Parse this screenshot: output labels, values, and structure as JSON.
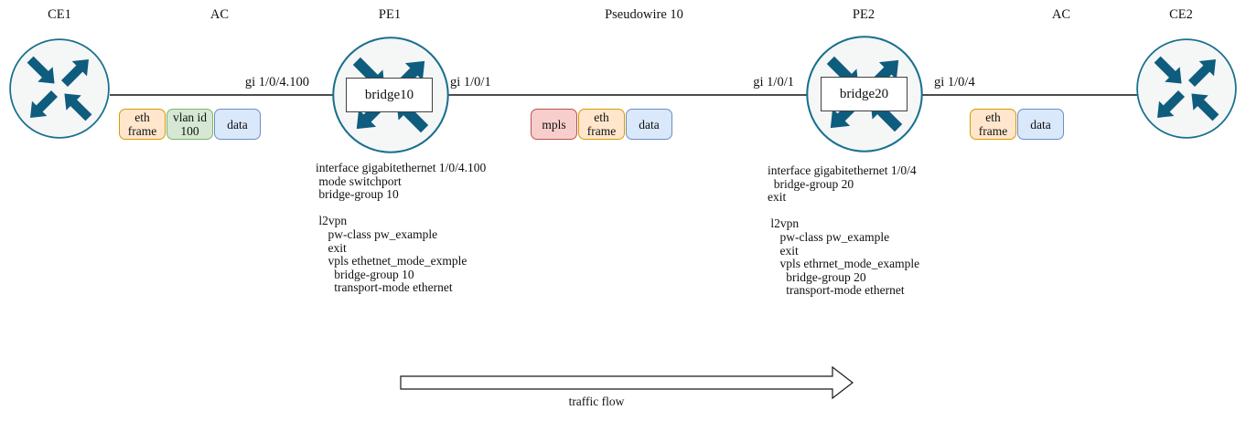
{
  "diagram": {
    "title_labels": {
      "ce1": "CE1",
      "ac_left": "AC",
      "pe1": "PE1",
      "pseudowire": "Pseudowire 10",
      "pe2": "PE2",
      "ac_right": "AC",
      "ce2": "CE2"
    },
    "bridge_labels": {
      "pe1": "bridge10",
      "pe2": "bridge20"
    },
    "interface_labels": {
      "ce1_to_pe1": "gi 1/0/4.100",
      "pe1_to_pw": "gi 1/0/1",
      "pw_to_pe2": "gi 1/0/1",
      "pe2_to_ce2": "gi 1/0/4"
    },
    "frame_groups": {
      "ac_left": [
        {
          "label": "eth frame",
          "color": "orange"
        },
        {
          "label": "vlan id 100",
          "color": "green"
        },
        {
          "label": "data",
          "color": "blue"
        }
      ],
      "pseudowire": [
        {
          "label": "mpls",
          "color": "red"
        },
        {
          "label": "eth frame",
          "color": "orange"
        },
        {
          "label": "data",
          "color": "blue"
        }
      ],
      "ac_right": [
        {
          "label": "eth frame",
          "color": "orange"
        },
        {
          "label": "data",
          "color": "blue"
        }
      ]
    },
    "configs": {
      "pe1": "interface gigabitethernet 1/0/4.100\n mode switchport\n bridge-group 10\n\n l2vpn\n    pw-class pw_example\n    exit\n    vpls ethetnet_mode_exmple\n      bridge-group 10\n      transport-mode ethernet",
      "pe2": "interface gigabitethernet 1/0/4\n  bridge-group 20\nexit\n\n l2vpn\n    pw-class pw_example\n    exit\n    vpls ethrnet_mode_example\n      bridge-group 20\n      transport-mode ethernet"
    },
    "traffic_flow_label": "traffic flow",
    "colors": {
      "router_arrow": "#0e5c7e",
      "router_stroke": "#18708e",
      "router_fill": "#f5f6f6",
      "link_line": "#4d4d4d",
      "frame_colors": {
        "orange": {
          "fill": "#ffe6cc",
          "stroke": "#d79b00"
        },
        "green": {
          "fill": "#d5e8d4",
          "stroke": "#82b366"
        },
        "blue": {
          "fill": "#dae8fc",
          "stroke": "#6c8ebf"
        },
        "red": {
          "fill": "#f8cecc",
          "stroke": "#b85450"
        }
      }
    }
  }
}
